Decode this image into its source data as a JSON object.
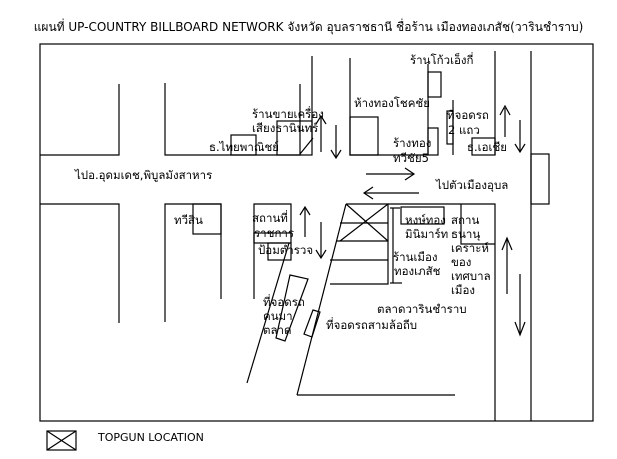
{
  "title": "แผนที่ UP-COUNTRY BILLBOARD NETWORK จังหวัด อุบลราชธานี ชื่อร้าน เมืองทองเภสัช(วารินชำราบ)",
  "labels": {
    "koh_eng_ki": "ร้านโก้วเอ็งกี่",
    "hang_thong_chokchai": "ห้างทองโชคชัย",
    "parking_2_rows_1": "ที่จอดรถ",
    "parking_2_rows_2": "2 แถว",
    "sound_shop_1": "ร้านขายเครื่อง",
    "sound_shop_2": "เสียงธานินทร์",
    "thai_panich": "ธ.ไทยพาณิชย์",
    "gold_shop_1": "ร้างทอง",
    "gold_shop_2": "ทวีชัย5",
    "asia_bank": "ธ.เอเชีย",
    "to_udom": "ไปอ.อุดมเดช,พิบูลมังสาหาร",
    "to_ubon_city": "ไปตัวเมืองอุบล",
    "thawisin": "ทวีสิน",
    "gov_place_1": "สถานที่",
    "gov_place_2": "ราชการ",
    "police_box": "ป้อมตำรวจ",
    "hong_thong_1": "หงษ์ทอง",
    "hong_thong_2": "มินิมาร์ท",
    "muang_thong_1": "ร้านเมือง",
    "muang_thong_2": "ทองเภสัช",
    "health_station_1": "สถาน",
    "health_station_2": "ธนานุ",
    "health_station_3": "เคราะห์",
    "health_station_4": "ของ",
    "health_station_5": "เทศบาล",
    "health_station_6": "เมือง",
    "market": "ตลาดวารินชำราบ",
    "market_parking_1": "ที่จอดรถ",
    "market_parking_2": "คนมา",
    "market_parking_3": "ตลาด",
    "tricycle_parking": "ที่จอดรถสามล้อถีบ"
  },
  "legend": {
    "label": "TOPGUN LOCATION",
    "symbol": "box-with-x"
  }
}
